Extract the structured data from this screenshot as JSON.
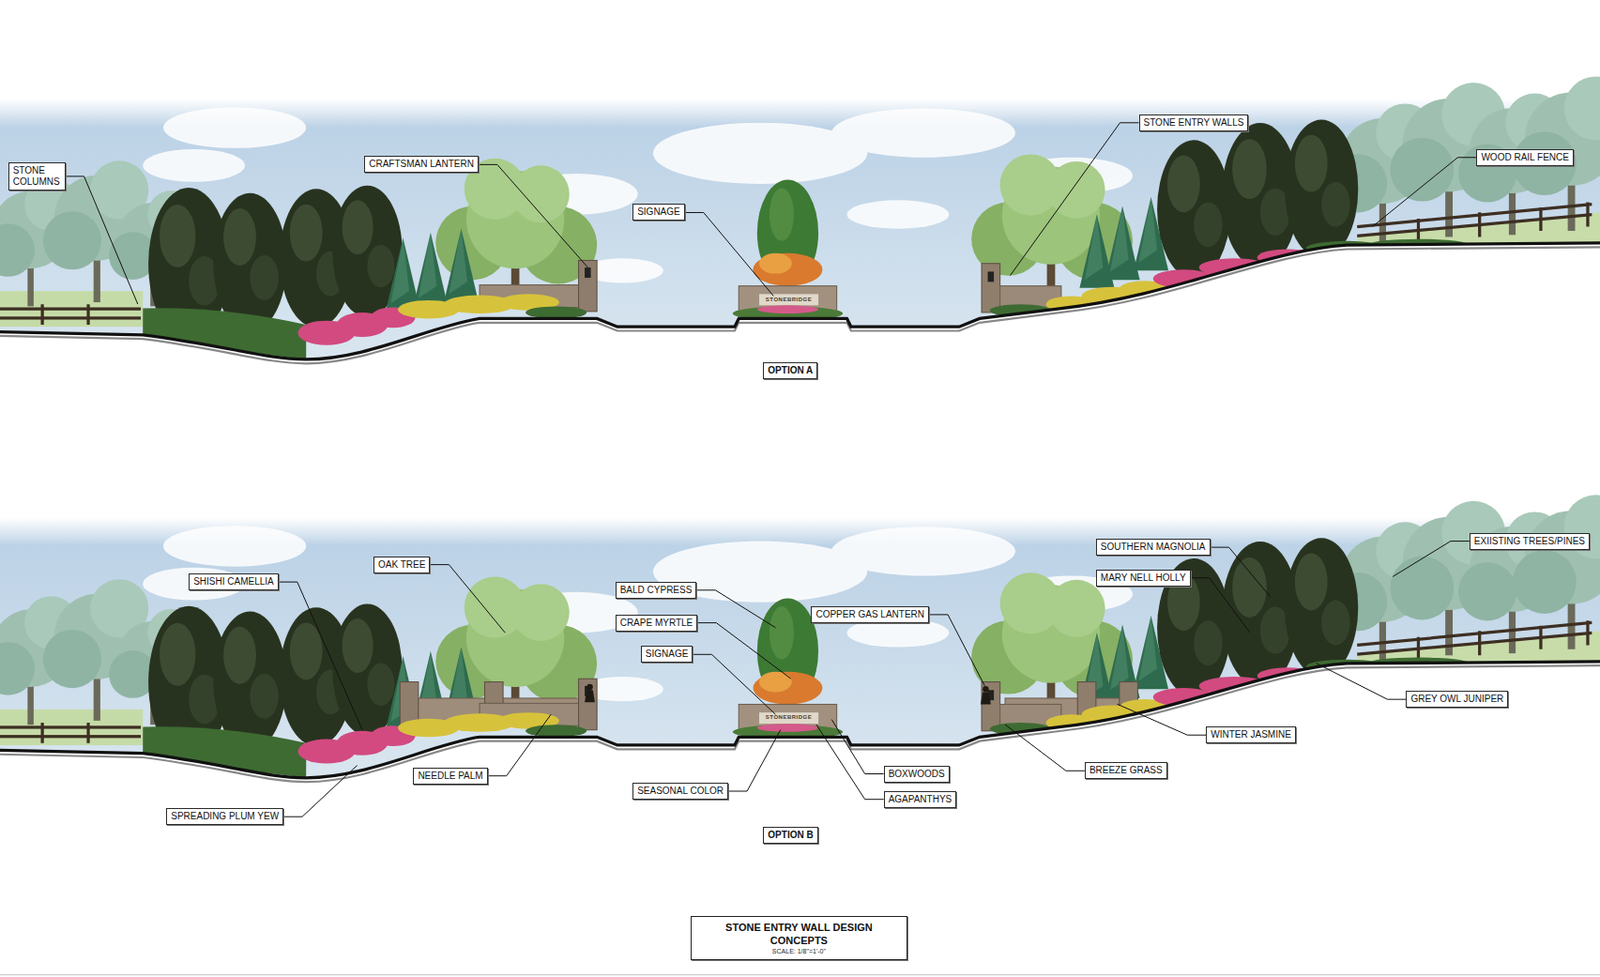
{
  "diagram": {
    "title": "STONE ENTRY WALL DESIGN CONCEPTS",
    "caption": "SCALE: 1/8\"=1'-0\"",
    "nodes": [
      {
        "text": [
          "STONE COLUMNS"
        ]
      },
      {
        "text": [
          "CRAFTSMAN LANTERN"
        ]
      },
      {
        "text": [
          "SIGNAGE"
        ]
      },
      {
        "text": [
          "STONE ENTRY WALLS"
        ]
      },
      {
        "text": [
          "WOOD RAIL FENCE"
        ]
      },
      {
        "text": [
          "OPTION A"
        ]
      },
      {
        "text": [
          "SHISHI CAMELLIA"
        ]
      },
      {
        "text": [
          "OAK TREE"
        ]
      },
      {
        "text": [
          "BALD CYPRESS"
        ]
      },
      {
        "text": [
          "CRAPE MYRTLE"
        ]
      },
      {
        "text": [
          "SIGNAGE"
        ]
      },
      {
        "text": [
          "COPPER GAS LANTERN"
        ]
      },
      {
        "text": [
          "SOUTHERN MAGNOLIA"
        ]
      },
      {
        "text": [
          "MARY NELL HOLLY"
        ]
      },
      {
        "text": [
          "EXIISTING TREES/PINES"
        ]
      },
      {
        "text": [
          "GREY OWL JUNIPER"
        ]
      },
      {
        "text": [
          "WINTER JASMINE"
        ]
      },
      {
        "text": [
          "BREEZE GRASS"
        ]
      },
      {
        "text": [
          "NEEDLE PALM"
        ]
      },
      {
        "text": [
          "SEASONAL COLOR"
        ]
      },
      {
        "text": [
          "BOXWOODS"
        ]
      },
      {
        "text": [
          "AGAPANTHYS"
        ]
      },
      {
        "text": [
          "SPREADING PLUM YEW"
        ]
      },
      {
        "text": [
          "OPTION B"
        ]
      }
    ],
    "labels": [
      "STONEBRIDGE",
      "STONEBRIDGE"
    ]
  }
}
